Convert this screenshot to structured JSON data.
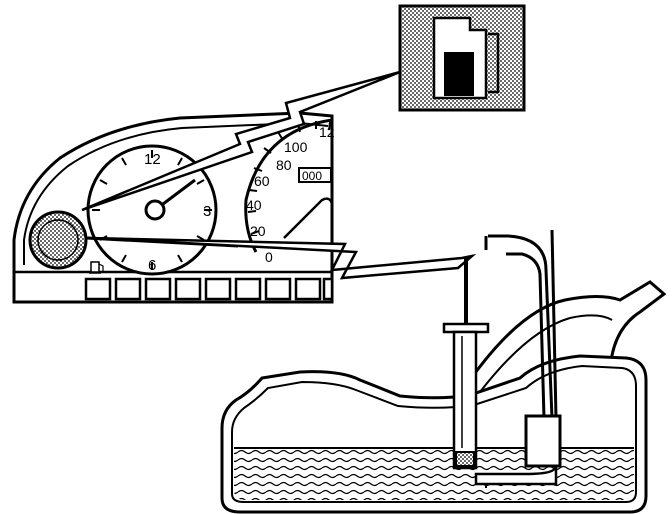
{
  "clock": {
    "labels": [
      "12",
      "3",
      "6"
    ]
  },
  "speedometer": {
    "labels": [
      "100",
      "80",
      "60",
      "40",
      "20",
      "0",
      "12"
    ],
    "odometer": "000"
  },
  "colors": {
    "ink": "#000000",
    "paper": "#ffffff",
    "halftone": "#7a7a7a"
  },
  "icons": [
    "fuel-pump-icon",
    "fuel-gauge-inset-icon"
  ]
}
